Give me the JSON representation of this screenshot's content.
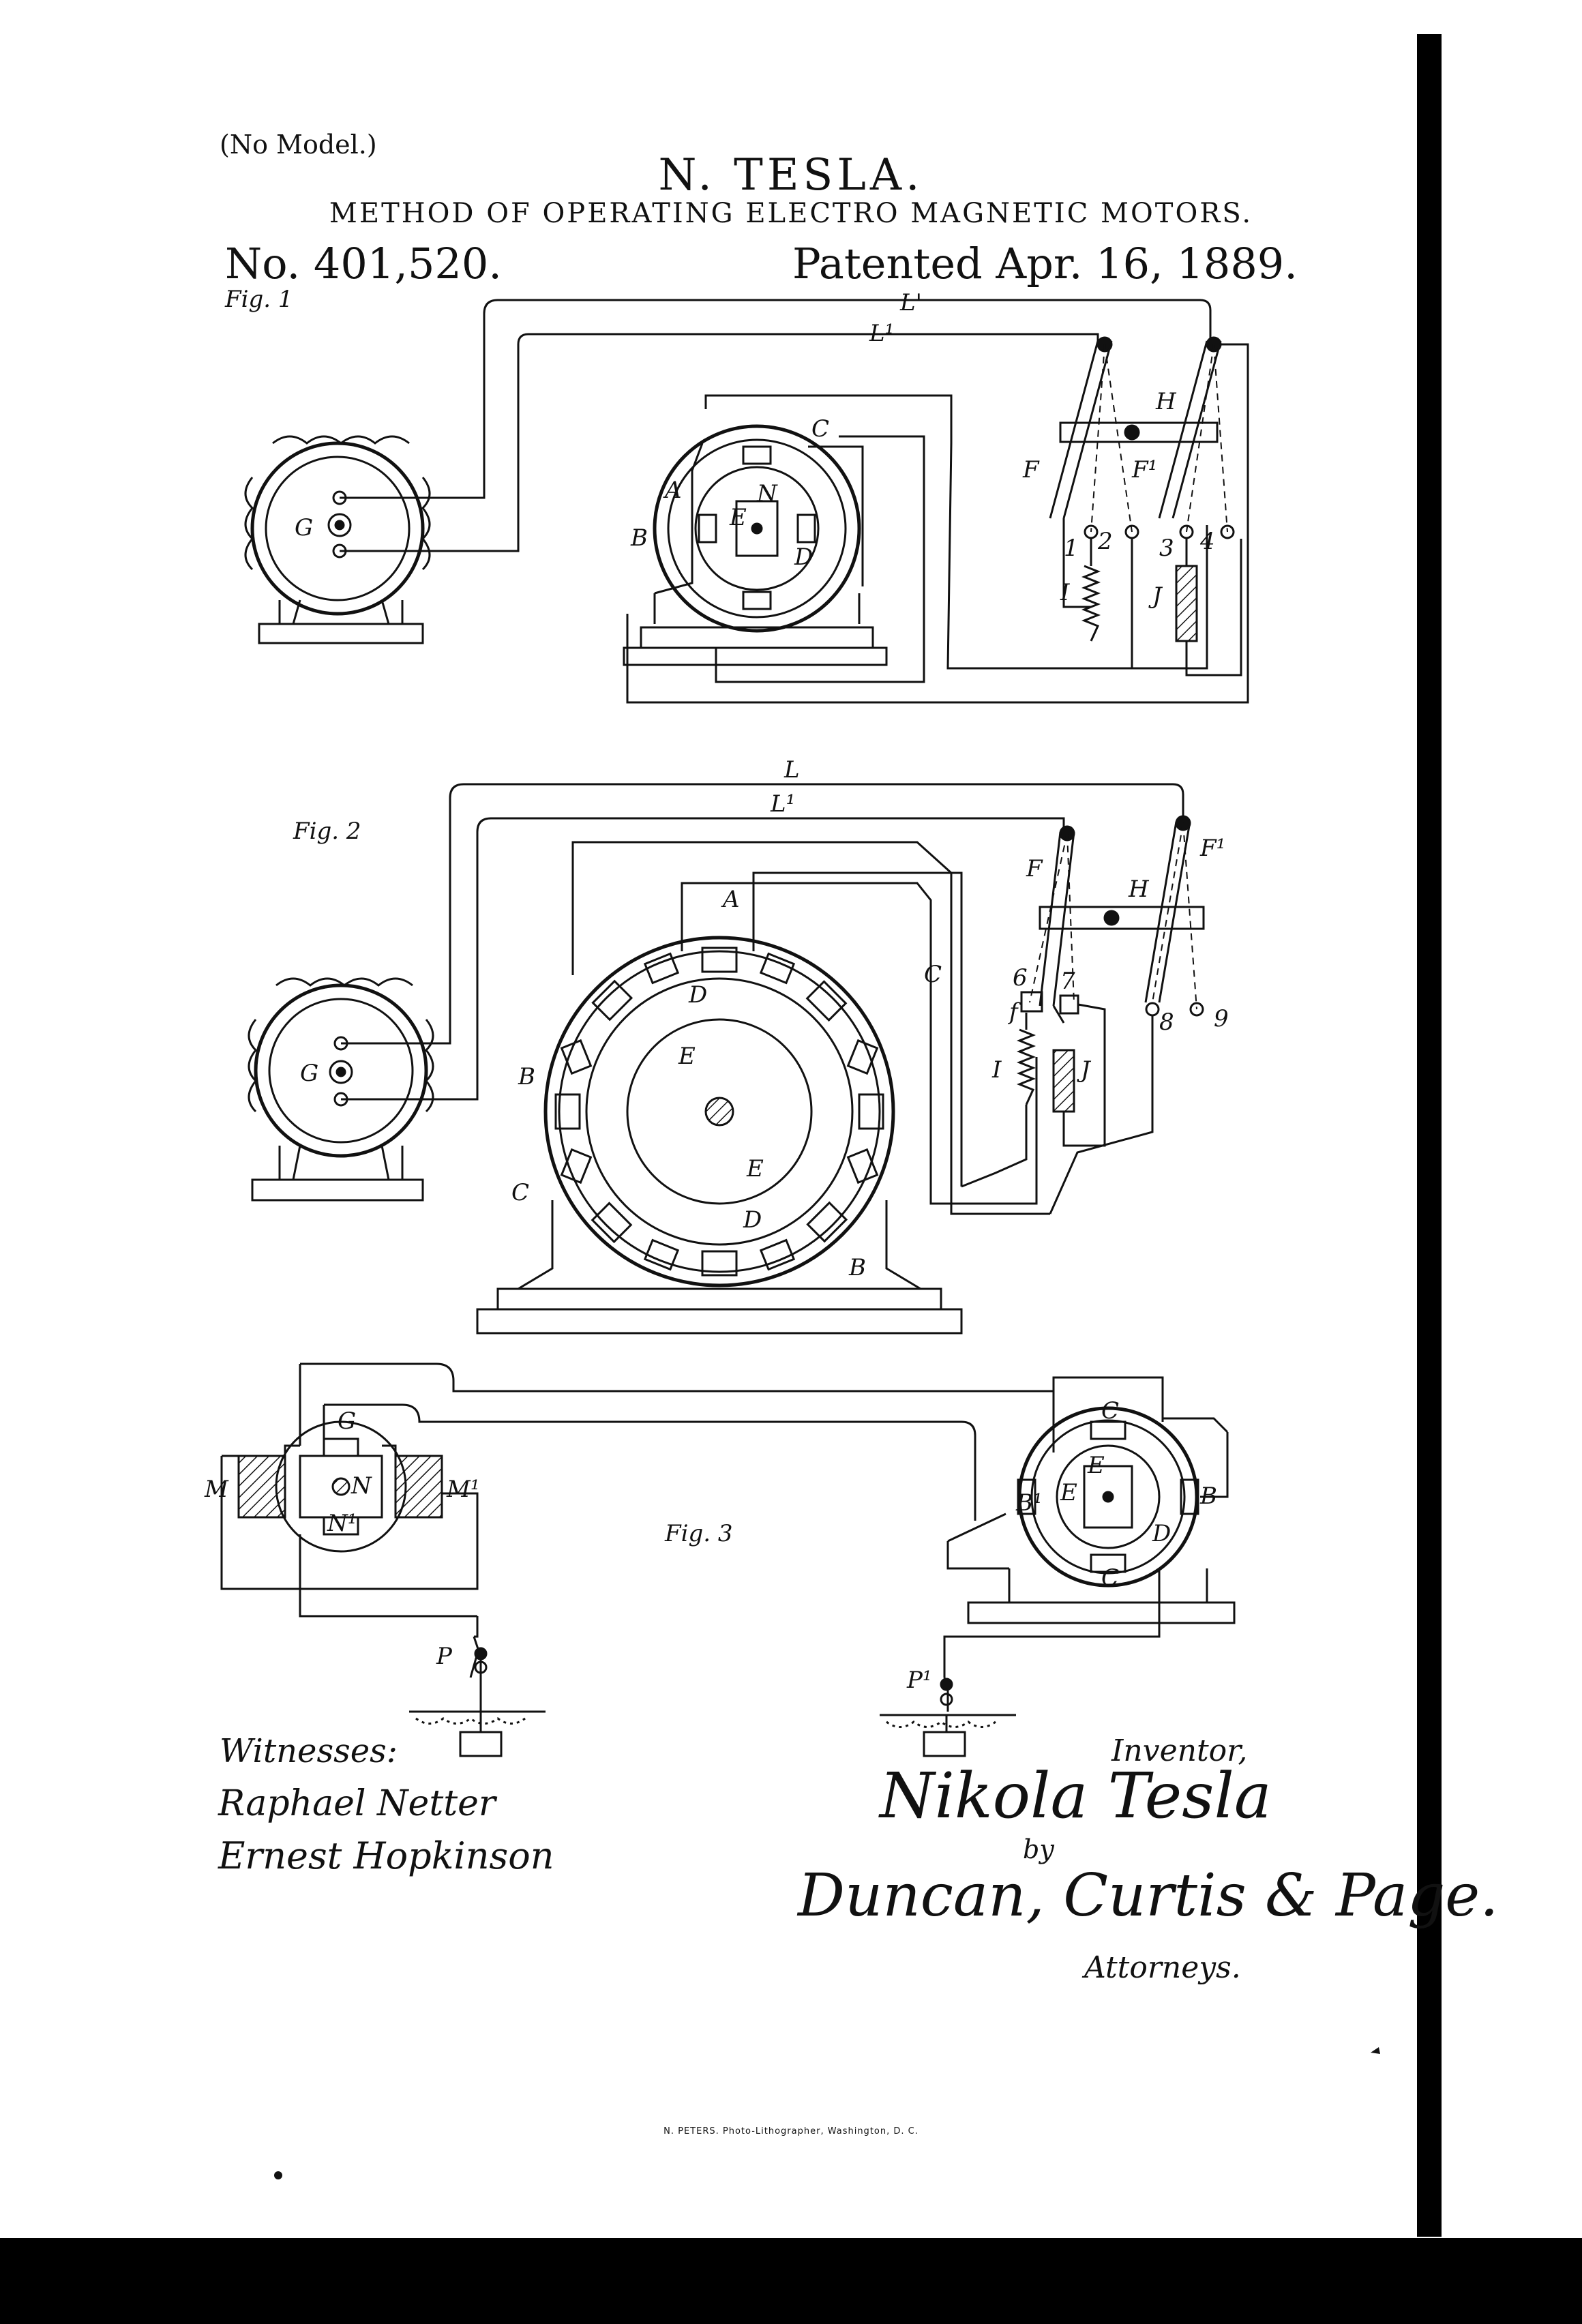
{
  "header": {
    "model_note": "(No Model.)",
    "inventor_name": "N. TESLA.",
    "title": "METHOD OF OPERATING ELECTRO MAGNETIC MOTORS.",
    "patent_number": "No. 401,520.",
    "patent_date": "Patented Apr. 16, 1889."
  },
  "figures": {
    "fig1": {
      "label": "Fig. 1",
      "letters": [
        "L",
        "L1",
        "H",
        "F",
        "F1",
        "C",
        "A",
        "B",
        "E",
        "D",
        "G",
        "1",
        "2",
        "3",
        "4",
        "I",
        "J"
      ]
    },
    "fig2": {
      "label": "Fig. 2",
      "letters": [
        "L",
        "L1",
        "F",
        "F1",
        "H",
        "A",
        "C",
        "D",
        "E",
        "B",
        "G",
        "6",
        "7",
        "8",
        "9",
        "I",
        "J"
      ]
    },
    "fig3": {
      "label": "Fig. 3",
      "letters": [
        "G",
        "N",
        "N1",
        "M",
        "M1",
        "C",
        "E",
        "B",
        "B1",
        "D",
        "P",
        "P1"
      ]
    }
  },
  "signatures": {
    "witnesses_label": "Witnesses:",
    "witness_1": "Raphael Netter",
    "witness_2": "Ernest Hopkinson",
    "inventor_label": "Inventor,",
    "inventor_signature": "Nikola Tesla",
    "by": "by",
    "attorneys_signature": "Duncan, Curtis & Page.",
    "attorneys_label": "Attorneys."
  },
  "footer": {
    "printer": "N. PETERS. Photo-Lithographer, Washington, D. C."
  },
  "colors": {
    "paper": "#ffffff",
    "ink": "#111111",
    "border": "#000000"
  }
}
